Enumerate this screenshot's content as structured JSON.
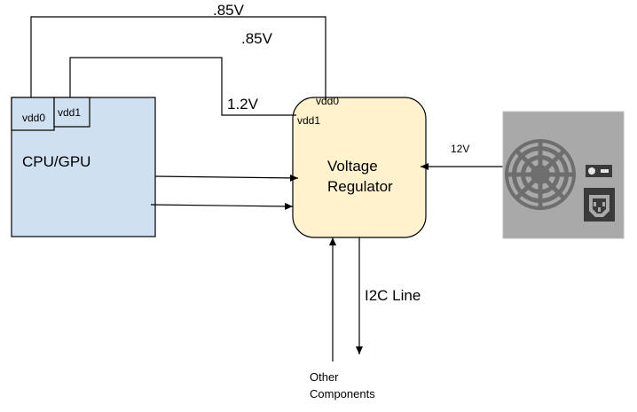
{
  "diagram": {
    "cpu": {
      "label": "CPU/GPU",
      "fill": "#cfe0f1",
      "vdd0": "vdd0",
      "vdd1": "vdd1"
    },
    "regulator": {
      "label_line1": "Voltage",
      "label_line2": "Regulator",
      "fill": "#fff2cc",
      "vdd0": "vdd0",
      "vdd1": "vdd1"
    },
    "wires": {
      "vdd0_voltage_top": ".85V",
      "vdd1_voltage": ".85V",
      "vdd1_voltage_low": "1.2V"
    },
    "power_input": {
      "label": "12V",
      "icon": "power-supply-icon"
    },
    "i2c": {
      "label": "I2C Line"
    },
    "other": {
      "line1": "Other",
      "line2": "Components"
    }
  }
}
